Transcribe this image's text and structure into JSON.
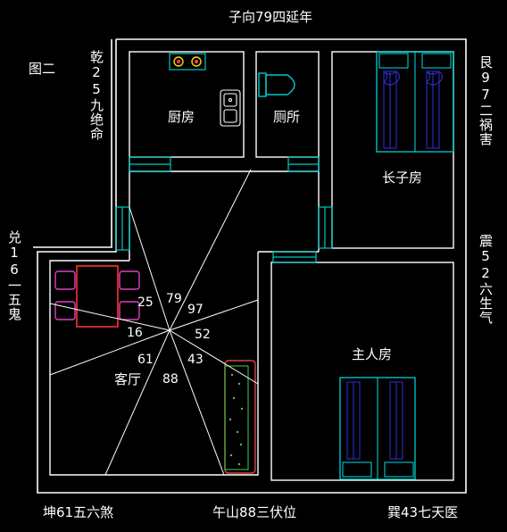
{
  "top_label": "子向79四延年",
  "figure_label": "图二",
  "bottom_labels": {
    "left": "坤61五六煞",
    "center": "午山88三伏位",
    "right": "巽43七天医"
  },
  "side_labels": {
    "qian": "乾25九绝命",
    "dui": "兑16一五鬼",
    "gen": "艮97二祸害",
    "zhen": "震52六生气"
  },
  "rooms": {
    "kitchen": "厨房",
    "toilet": "厕所",
    "eldest_son": "长子房",
    "master": "主人房",
    "living": "客厅"
  },
  "center_numbers": [
    "25",
    "79",
    "97",
    "16",
    "52",
    "61",
    "43",
    "88"
  ],
  "colors": {
    "wall": "#ffffff",
    "door": "#00c8c8",
    "bed": "#2020d0",
    "bed_frame": "#00e0e0",
    "chair": "#e040c0",
    "table": "#ff3030",
    "plant": "#40d040"
  }
}
